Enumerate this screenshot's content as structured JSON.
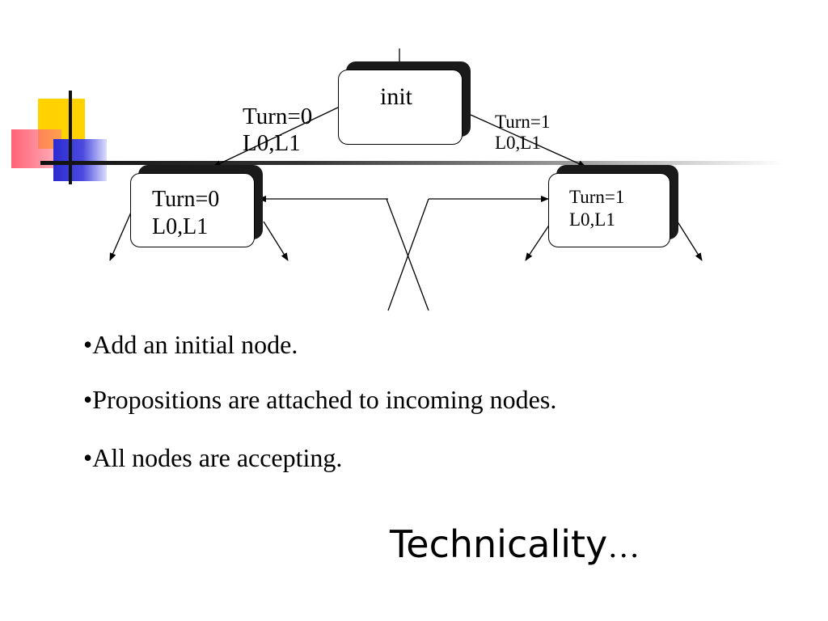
{
  "diagram": {
    "nodes": [
      {
        "id": "init",
        "text": "init"
      },
      {
        "id": "left",
        "text": "Turn=0\nL0,L1"
      },
      {
        "id": "right",
        "text": "Turn=1\nL0,L1"
      }
    ],
    "edges": [
      {
        "from": "init",
        "to": "left",
        "label": "Turn=0\nL0,L1"
      },
      {
        "from": "init",
        "to": "right",
        "label": "Turn=1\nL0,L1"
      }
    ]
  },
  "bullets": [
    "•Add an initial node.",
    "•Propositions are attached to incoming nodes.",
    "•All nodes are accepting."
  ],
  "title": {
    "text": "Technicality",
    "ellipsis": "…"
  }
}
